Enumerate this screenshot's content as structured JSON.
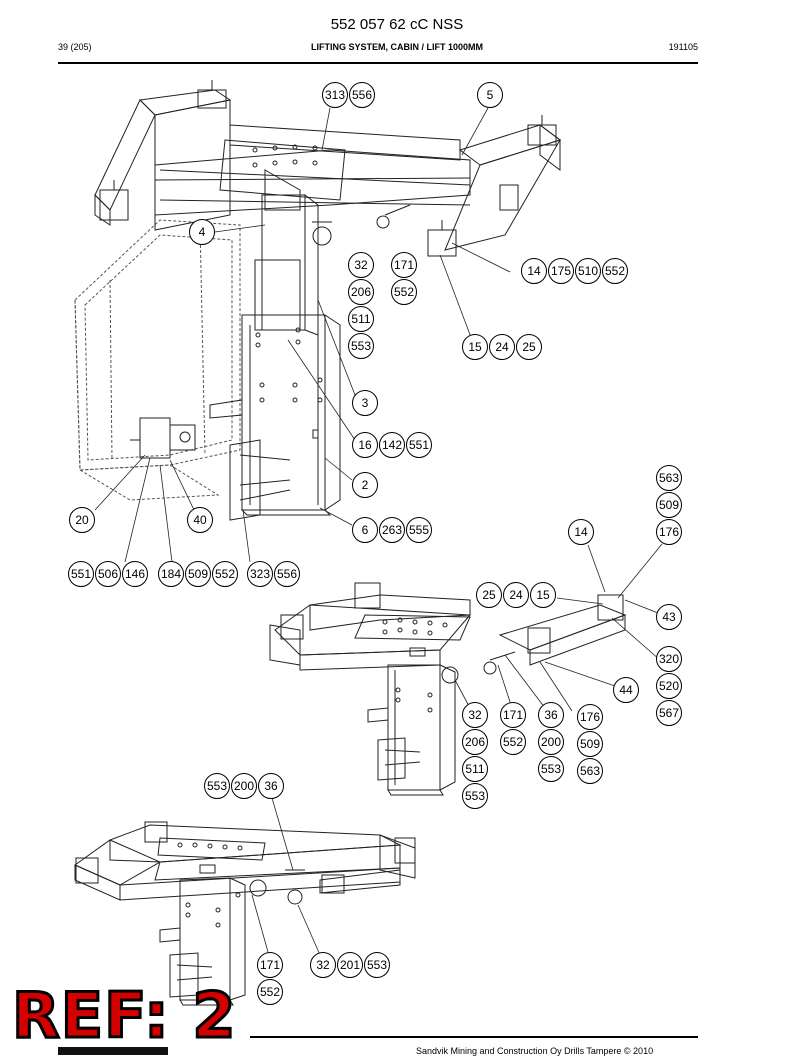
{
  "header": {
    "doc_title": "552 057 62 cC NSS",
    "page": "39 (205)",
    "section": "LIFTING SYSTEM, CABIN / LIFT 1000MM",
    "date": "191105"
  },
  "footer": {
    "text": "Sandvik Mining and Construction Oy Drills Tampere © 2010"
  },
  "ref_label": "REF: 2",
  "callouts": {
    "c1": "313",
    "c2": "556",
    "c3": "5",
    "c4": "4",
    "c5": "32",
    "c6": "171",
    "c7": "206",
    "c8": "552",
    "c9": "511",
    "c10": "553",
    "c11": "14",
    "c12": "175",
    "c13": "510",
    "c14": "552",
    "c15": "15",
    "c16": "24",
    "c17": "25",
    "c18": "3",
    "c19": "16",
    "c20": "142",
    "c21": "551",
    "c22": "2",
    "c23": "20",
    "c24": "40",
    "c25": "6",
    "c26": "263",
    "c27": "555",
    "c28": "551",
    "c29": "506",
    "c30": "146",
    "c31": "184",
    "c32": "509",
    "c33": "552",
    "c34": "323",
    "c35": "556",
    "c36": "563",
    "c37": "509",
    "c38": "176",
    "c39": "14",
    "c40": "25",
    "c41": "24",
    "c42": "15",
    "c43": "43",
    "c44": "320",
    "c45": "520",
    "c46": "567",
    "c47": "44",
    "c48": "32",
    "c49": "171",
    "c50": "36",
    "c51": "176",
    "c52": "206",
    "c53": "552",
    "c54": "200",
    "c55": "509",
    "c56": "511",
    "c57": "553",
    "c58": "563",
    "c59": "553",
    "c60": "553",
    "c61": "200",
    "c62": "36",
    "c63": "171",
    "c64": "552",
    "c65": "32",
    "c66": "201",
    "c67": "553"
  }
}
